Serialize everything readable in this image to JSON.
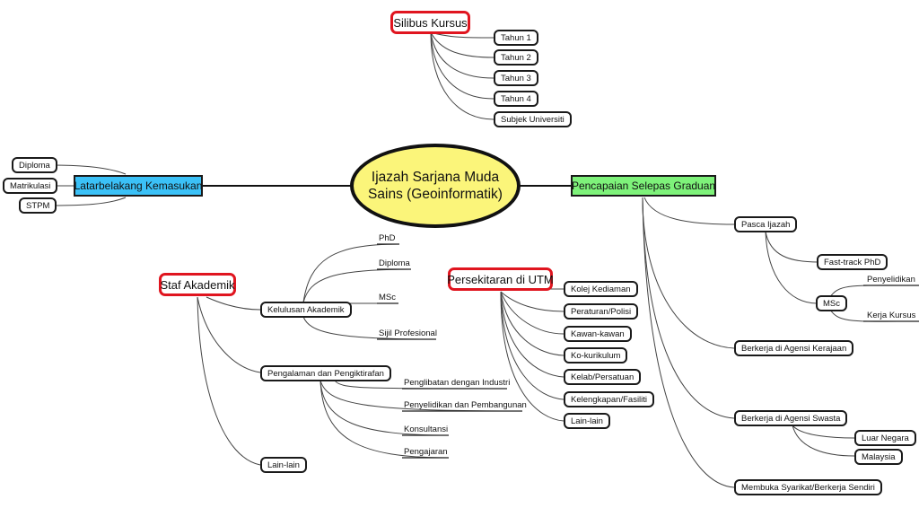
{
  "central": {
    "line1": "Ijazah Sarjana Muda",
    "line2": "Sains (Geoinformatik)"
  },
  "colors": {
    "central_fill": "#fbf57a",
    "blue_fill": "#3bc1f7",
    "green_fill": "#7ef27a",
    "red_border": "#e0151f"
  },
  "silibus": {
    "title": "Silibus Kursus",
    "items": [
      "Tahun 1",
      "Tahun 2",
      "Tahun 3",
      "Tahun 4",
      "Subjek Universiti"
    ]
  },
  "latar": {
    "title": "Latarbelakang Kemasukan",
    "items": [
      "Diploma",
      "Matrikulasi",
      "STPM"
    ]
  },
  "pencapaian": {
    "title": "Pencapaian Selepas Graduan",
    "pasca": {
      "title": "Pasca Ijazah",
      "fasttrack": "Fast-track PhD",
      "msc": {
        "title": "MSc",
        "items": [
          "Penyelidikan",
          "Kerja Kursus"
        ]
      }
    },
    "kerajaan": "Berkerja di Agensi Kerajaan",
    "swasta": {
      "title": "Berkerja di Agensi Swasta",
      "items": [
        "Luar Negara",
        "Malaysia"
      ]
    },
    "sendiri": "Membuka Syarikat/Berkerja Sendiri"
  },
  "staf": {
    "title": "Staf Akademik",
    "kelulusan": {
      "title": "Kelulusan Akademik",
      "items": [
        "PhD",
        "Diploma",
        "MSc",
        "Sijil Profesional"
      ]
    },
    "pengalaman": {
      "title": "Pengalaman dan Pengiktirafan",
      "items": [
        "Penglibatan dengan Industri",
        "Penyelidikan dan Pembangunan",
        "Konsultansi",
        "Pengajaran"
      ]
    },
    "lain": "Lain-lain"
  },
  "persekitaran": {
    "title": "Persekitaran di UTM",
    "items": [
      "Kolej Kediaman",
      "Peraturan/Polisi",
      "Kawan-kawan",
      "Ko-kurikulum",
      "Kelab/Persatuan",
      "Kelengkapan/Fasiliti",
      "Lain-lain"
    ]
  }
}
